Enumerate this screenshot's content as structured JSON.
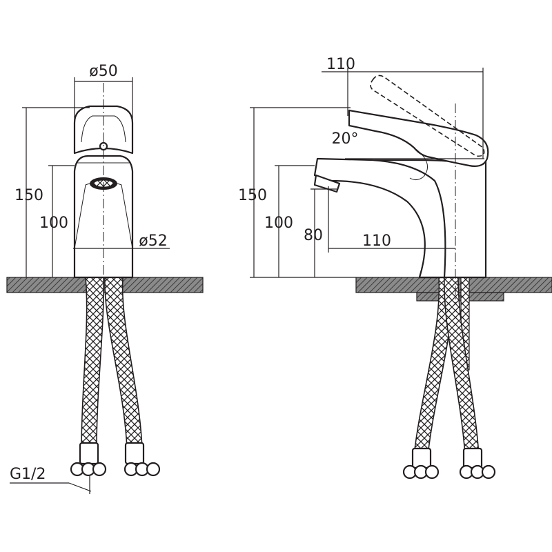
{
  "front_view": {
    "diameter_top": "ø50",
    "diameter_base": "ø52",
    "height_total": "150",
    "height_spout": "100",
    "thread": "G1/2"
  },
  "side_view": {
    "depth_lever": "110",
    "lever_angle": "20°",
    "height_total": "150",
    "height_spout": "100",
    "height_outlet": "80",
    "spout_reach": "110"
  }
}
